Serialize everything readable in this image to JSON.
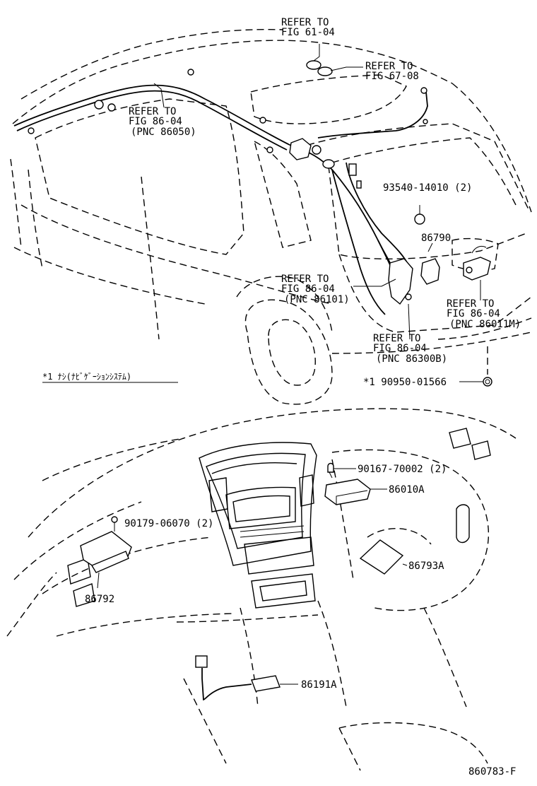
{
  "refs": [
    {
      "id": "fig6104",
      "lines": [
        "REFER TO",
        "FIG 61-04"
      ]
    },
    {
      "id": "fig6708",
      "lines": [
        "REFER TO",
        "FIG 67-08"
      ]
    },
    {
      "id": "pnc86050",
      "lines": [
        "REFER TO",
        "FIG 86-04",
        "(PNC 86050)"
      ]
    },
    {
      "id": "pnc86101",
      "lines": [
        "REFER TO",
        "FIG 86-04",
        "(PNC 86101)"
      ]
    },
    {
      "id": "pnc86011m",
      "lines": [
        "REFER TO",
        "FIG 86-04",
        "(PNC 86011M)"
      ]
    },
    {
      "id": "pnc86300b",
      "lines": [
        "REFER TO",
        "FIG 86-04",
        "(PNC 86300B)"
      ]
    }
  ],
  "parts": {
    "p93540": "93540-14010 (2)",
    "p86790": "86790",
    "p90950": "*1 90950-01566",
    "p90167": "90167-70002 (2)",
    "p86010a": "86010A",
    "p90179": "90179-06070 (2)",
    "p86793a": "86793A",
    "p86792": "86792",
    "p86191a": "86191A"
  },
  "note": "*1 ﾅｼ(ﾅﾋﾞｹﾞｰｼｮﾝｼｽﾃﾑ)",
  "drawing_number": "860783-F"
}
